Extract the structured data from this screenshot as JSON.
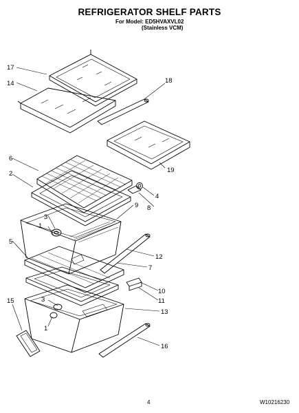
{
  "page": {
    "title": "REFRIGERATOR SHELF PARTS",
    "model_line": "For Model: ED5HVAXVL02",
    "finish_line": "(Stainless VCM)",
    "page_number": "4",
    "document_code": "W10216230"
  },
  "callouts": [
    "1",
    "1",
    "2",
    "3",
    "3",
    "4",
    "5",
    "6",
    "7",
    "8",
    "9",
    "10",
    "11",
    "12",
    "13",
    "14",
    "15",
    "16",
    "17",
    "18",
    "19"
  ]
}
